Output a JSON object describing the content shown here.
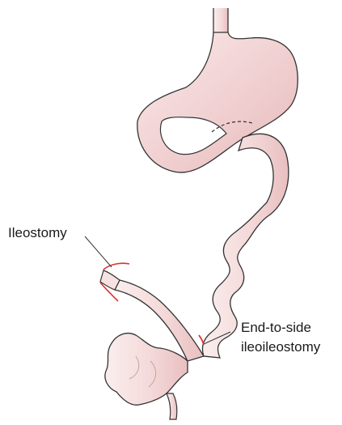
{
  "labels": {
    "ileostomy": "Ileostomy",
    "anastomosis_line1": "End-to-side",
    "anastomosis_line2": "ileoileostomy"
  },
  "colors": {
    "tissue_fill": "#f3d6d6",
    "tissue_highlight": "#fbecec",
    "outline": "#333333",
    "suture_red": "#e0302a",
    "leader_line": "#333333"
  }
}
